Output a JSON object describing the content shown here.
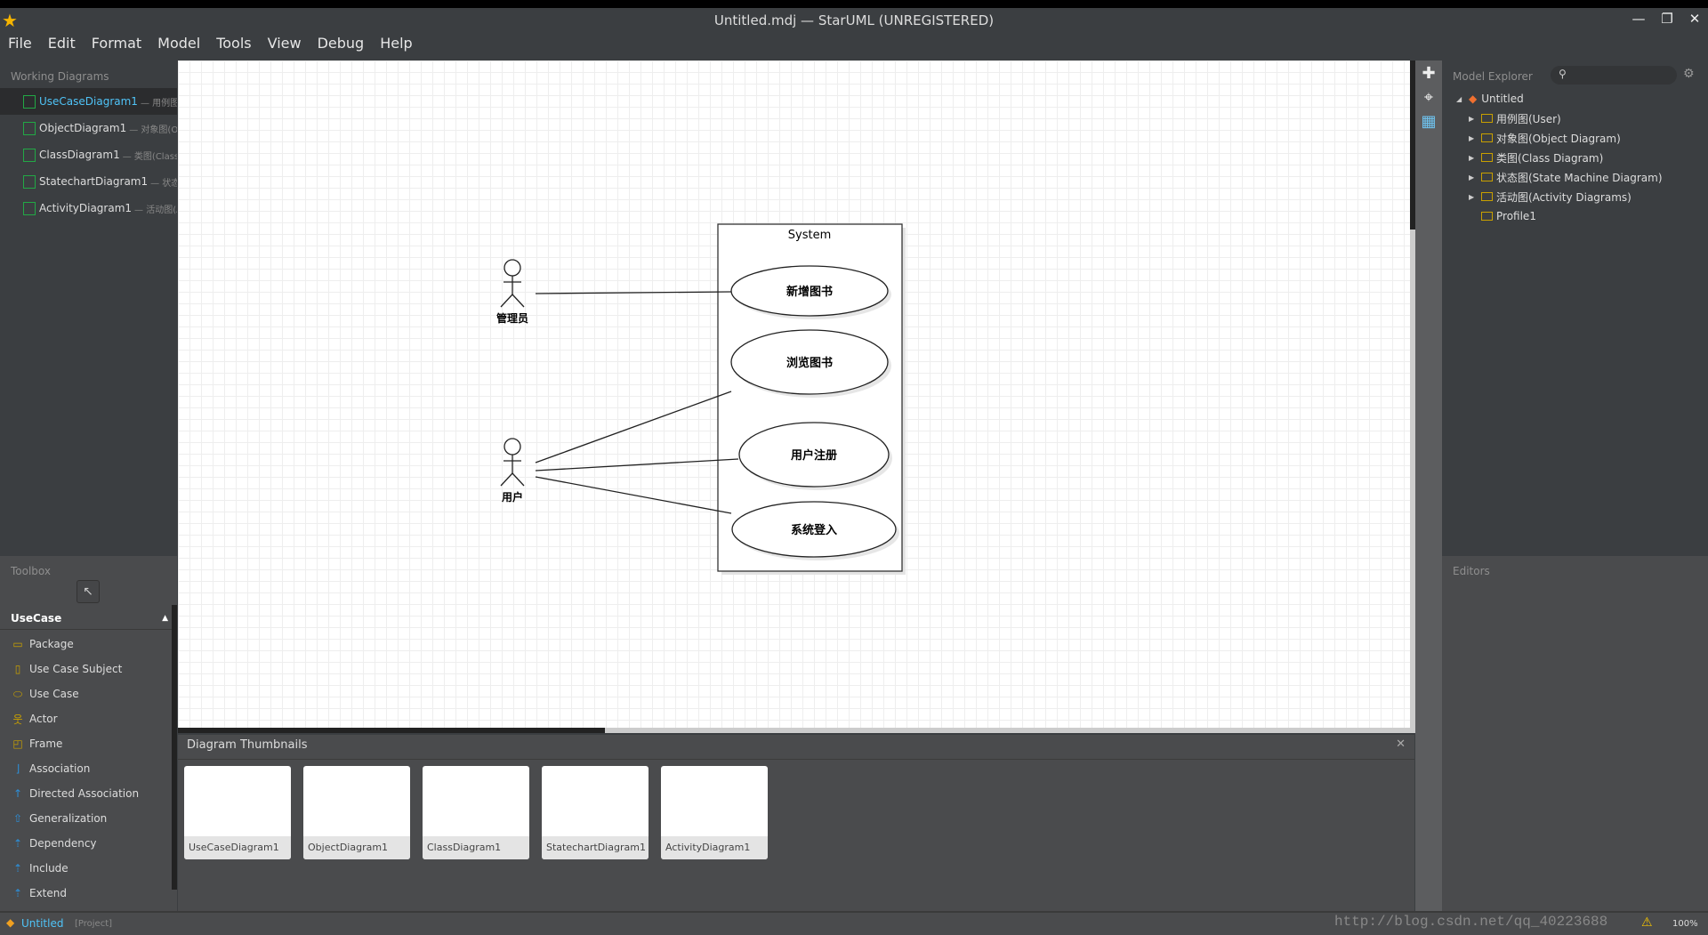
{
  "window": {
    "title": "Untitled.mdj — StarUML (UNREGISTERED)"
  },
  "menu": [
    "File",
    "Edit",
    "Format",
    "Model",
    "Tools",
    "View",
    "Debug",
    "Help"
  ],
  "working_diagrams": {
    "header": "Working Diagrams",
    "items": [
      {
        "name": "UseCaseDiagram1",
        "sub": "— 用例图(U"
      },
      {
        "name": "ObjectDiagram1",
        "sub": "— 对象图(Ob"
      },
      {
        "name": "ClassDiagram1",
        "sub": "— 类图(Class D"
      },
      {
        "name": "StatechartDiagram1",
        "sub": "— 状态图"
      },
      {
        "name": "ActivityDiagram1",
        "sub": "— 活动图(Ac"
      }
    ]
  },
  "toolbox": {
    "header": "Toolbox",
    "group": "UseCase",
    "items": [
      "Package",
      "Use Case Subject",
      "Use Case",
      "Actor",
      "Frame",
      "Association",
      "Directed Association",
      "Generalization",
      "Dependency",
      "Include",
      "Extend"
    ]
  },
  "diagram": {
    "system": "System",
    "actors": [
      "管理员",
      "用户"
    ],
    "use_cases": [
      "新增图书",
      "浏览图书",
      "用户注册",
      "系统登入"
    ]
  },
  "model_explorer": {
    "header": "Model Explorer",
    "root": "Untitled",
    "items": [
      "用例图(User)",
      "对象图(Object Diagram)",
      "类图(Class Diagram)",
      "状态图(State Machine Diagram)",
      "活动图(Activity Diagrams)",
      "Profile1"
    ]
  },
  "editors": {
    "header": "Editors"
  },
  "thumbnails": {
    "header": "Diagram Thumbnails",
    "items": [
      "UseCaseDiagram1",
      "ObjectDiagram1",
      "ClassDiagram1",
      "StatechartDiagram1",
      "ActivityDiagram1"
    ]
  },
  "status": {
    "project": "Untitled",
    "tag": "[Project]",
    "zoom": "100%",
    "watermark": "http://blog.csdn.net/qq_40223688"
  },
  "colors": {
    "accent": "#4fc3f7",
    "diagram_icon": "#22a845",
    "folder_icon": "#c8a000"
  }
}
